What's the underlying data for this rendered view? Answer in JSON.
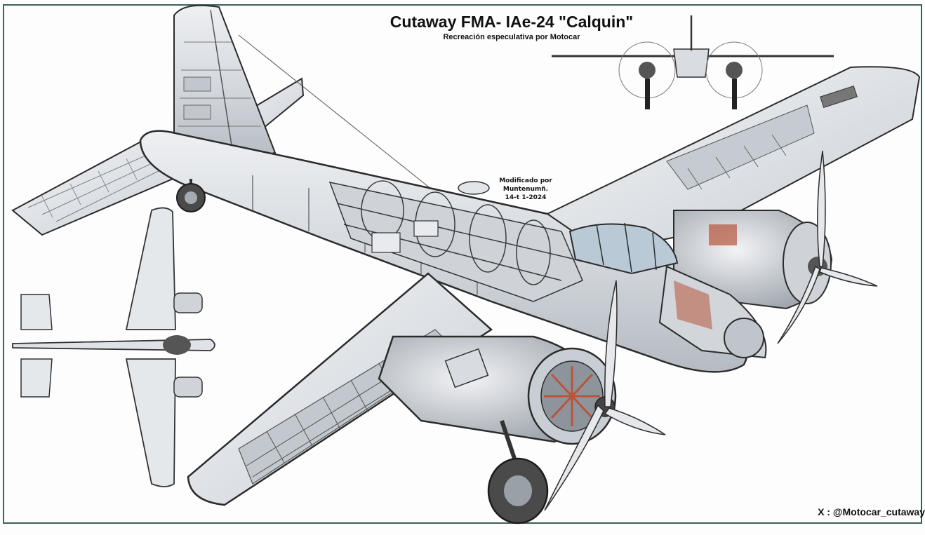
{
  "header": {
    "title": "Cutaway FMA- IAe-24 \"Calquin\"",
    "subtitle": "Recreación especulativa por Motocar"
  },
  "annotation": {
    "line1": "Modificado por",
    "line2": "Muntenumñ.",
    "line3": "14-t 1-2024"
  },
  "credit": {
    "text": "X : @Motocar_cutaway"
  },
  "colors": {
    "frame": "#3f5f5a",
    "metal": "#d9dde2",
    "metal_dark": "#aeb4bb",
    "ink": "#2b2b2b",
    "engine_accent": "#b8553a",
    "canopy": "#9fb6c8"
  },
  "icons": {
    "main_illustration": "aircraft-cutaway-icon",
    "front_view": "aircraft-front-view-icon",
    "top_view": "aircraft-top-view-icon"
  }
}
